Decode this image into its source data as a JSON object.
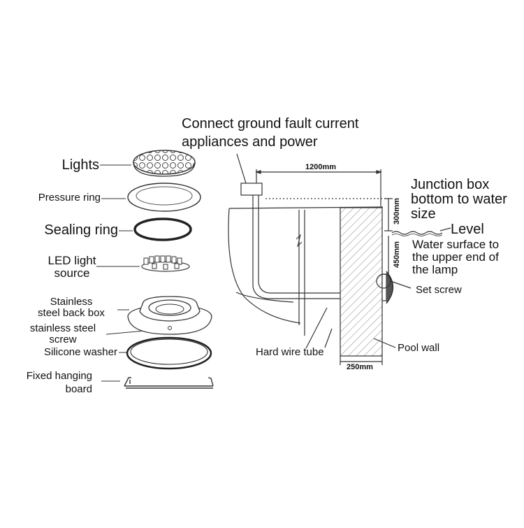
{
  "parts": {
    "lights": "Lights",
    "pressure_ring": "Pressure ring",
    "sealing_ring": "Sealing ring",
    "led_source_1": "LED light",
    "led_source_2": "source",
    "back_box_1": "Stainless",
    "back_box_2": "steel back box",
    "screw_1": "stainless steel",
    "screw_2": "screw",
    "silicone_washer": "Silicone washer",
    "hanging_board_1": "Fixed hanging",
    "hanging_board_2": "board"
  },
  "install": {
    "connect_1": "Connect ground fault current",
    "connect_2": "appliances and power",
    "dim_1200": "1200mm",
    "dim_300": "300mm",
    "dim_450": "450mm",
    "dim_250": "250mm",
    "junction_1": "Junction box",
    "junction_2": "bottom to water",
    "junction_3": "size",
    "level": "Level",
    "water_1": "Water surface to",
    "water_2": "the upper end of",
    "water_3": "the lamp",
    "set_screw": "Set screw",
    "hard_wire": "Hard wire tube",
    "pool_wall": "Pool wall"
  },
  "colors": {
    "line": "#333333",
    "hatch": "#777777"
  }
}
